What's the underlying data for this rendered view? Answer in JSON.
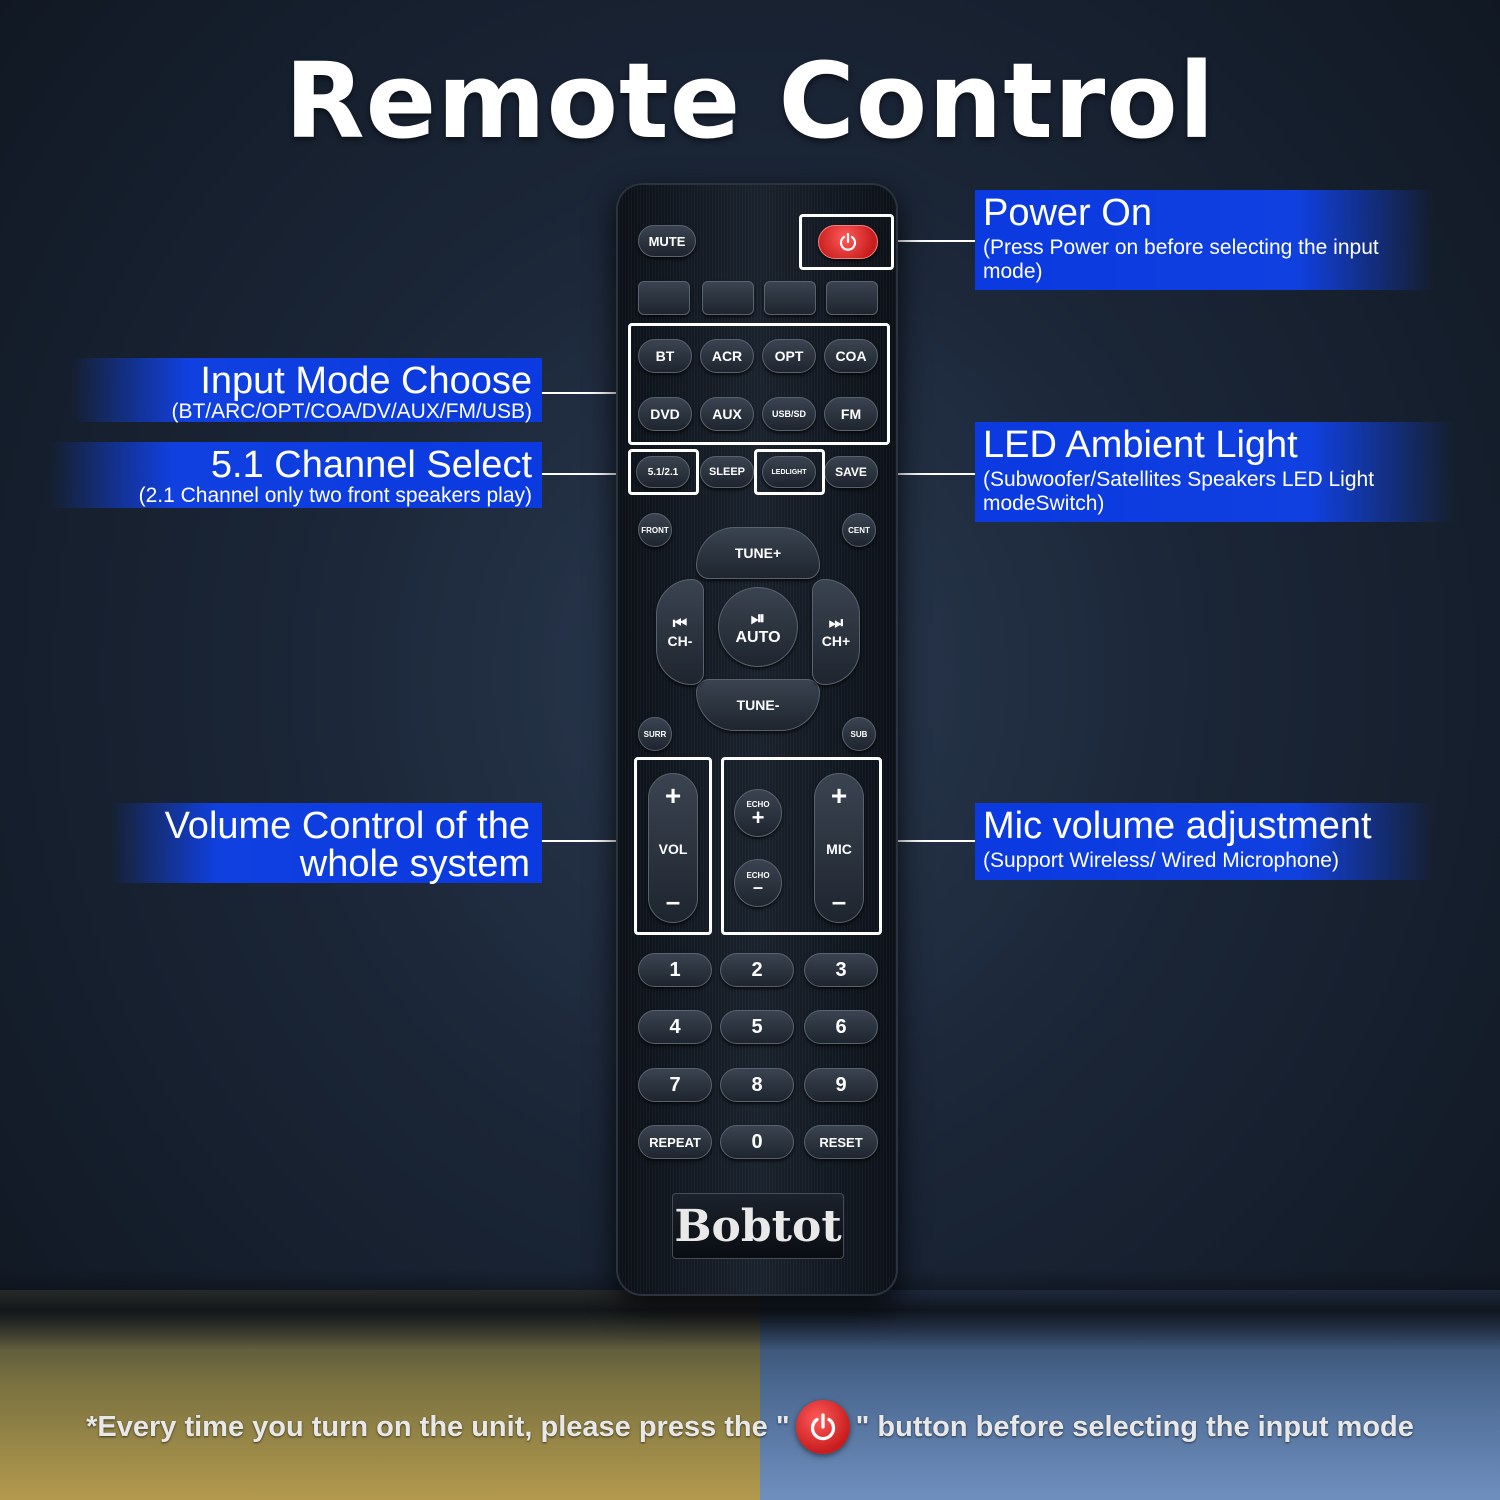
{
  "title": "Remote Control",
  "brand": "Bobtot",
  "remote": {
    "mute": "MUTE",
    "input_row1": [
      "BT",
      "ACR",
      "OPT",
      "COA"
    ],
    "input_row2": [
      "DVD",
      "AUX",
      "USB/SD",
      "FM"
    ],
    "channel_row": [
      "5.1/2.1",
      "SLEEP",
      "LEDLIGHT",
      "SAVE"
    ],
    "front": "FRONT",
    "cent": "CENT",
    "tune_plus": "TUNE+",
    "tune_minus": "TUNE-",
    "ch_minus_icon": "⏮",
    "ch_minus": "CH-",
    "ch_plus_icon": "⏭",
    "ch_plus": "CH+",
    "play_icon": "⏯",
    "auto": "AUTO",
    "surr": "SURR",
    "sub": "SUB",
    "vol": "VOL",
    "mic": "MIC",
    "echo_plus": "ECHO",
    "echo_minus": "ECHO",
    "plus_sign": "+",
    "minus_sign": "–",
    "numbers": [
      "1",
      "2",
      "3",
      "4",
      "5",
      "6",
      "7",
      "8",
      "9"
    ],
    "repeat": "REPEAT",
    "zero": "0",
    "reset": "RESET"
  },
  "callouts": {
    "power": {
      "title": "Power On",
      "sub": "(Press Power on before selecting the input mode)"
    },
    "input": {
      "title": "Input Mode Choose",
      "sub": "(BT/ARC/OPT/COA/DV/AUX/FM/USB)"
    },
    "channel": {
      "title": "5.1 Channel Select",
      "sub": "(2.1 Channel only two front speakers play)"
    },
    "led": {
      "title": "LED Ambient Light",
      "sub": "(Subwoofer/Satellites Speakers LED Light modeSwitch)"
    },
    "volume": {
      "title_line1": "Volume Control of the",
      "title_line2": "whole system"
    },
    "mic": {
      "title": "Mic volume adjustment",
      "sub": "(Support Wireless/ Wired Microphone)"
    }
  },
  "footnote": {
    "before": "*Every time you turn on the unit, please press the \"",
    "after": "\" button before selecting the input mode"
  },
  "colors": {
    "accent_blue": "#0a3ae0",
    "power_red": "#d42424"
  }
}
